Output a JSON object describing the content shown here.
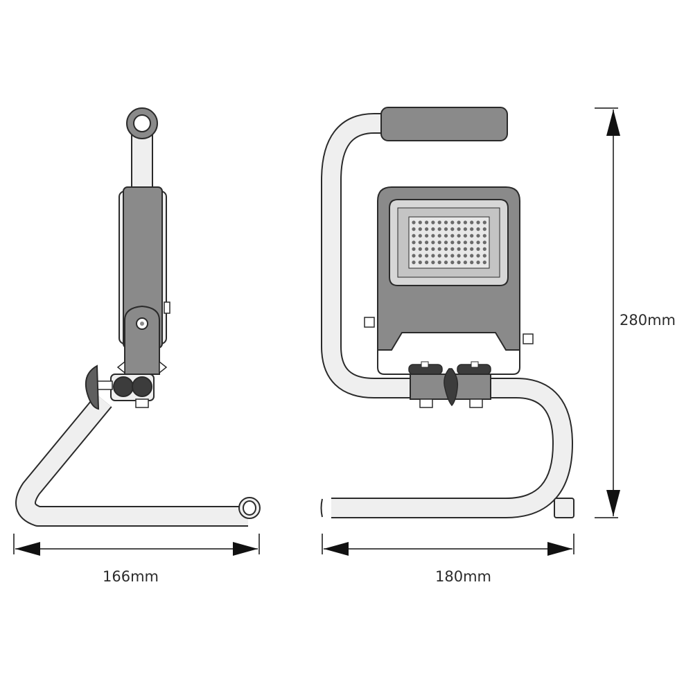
{
  "dimensions": {
    "side_width": "166mm",
    "front_width": "180mm",
    "height": "280mm"
  },
  "colors": {
    "outline": "#2a2a2a",
    "tube": "#f0f0f0",
    "body": "#8a8a8a",
    "body_dark": "#5f5f5f",
    "knob": "#3c3c3c",
    "led_panel": "#d7d7d7",
    "led_dot": "#6a6a6a"
  }
}
